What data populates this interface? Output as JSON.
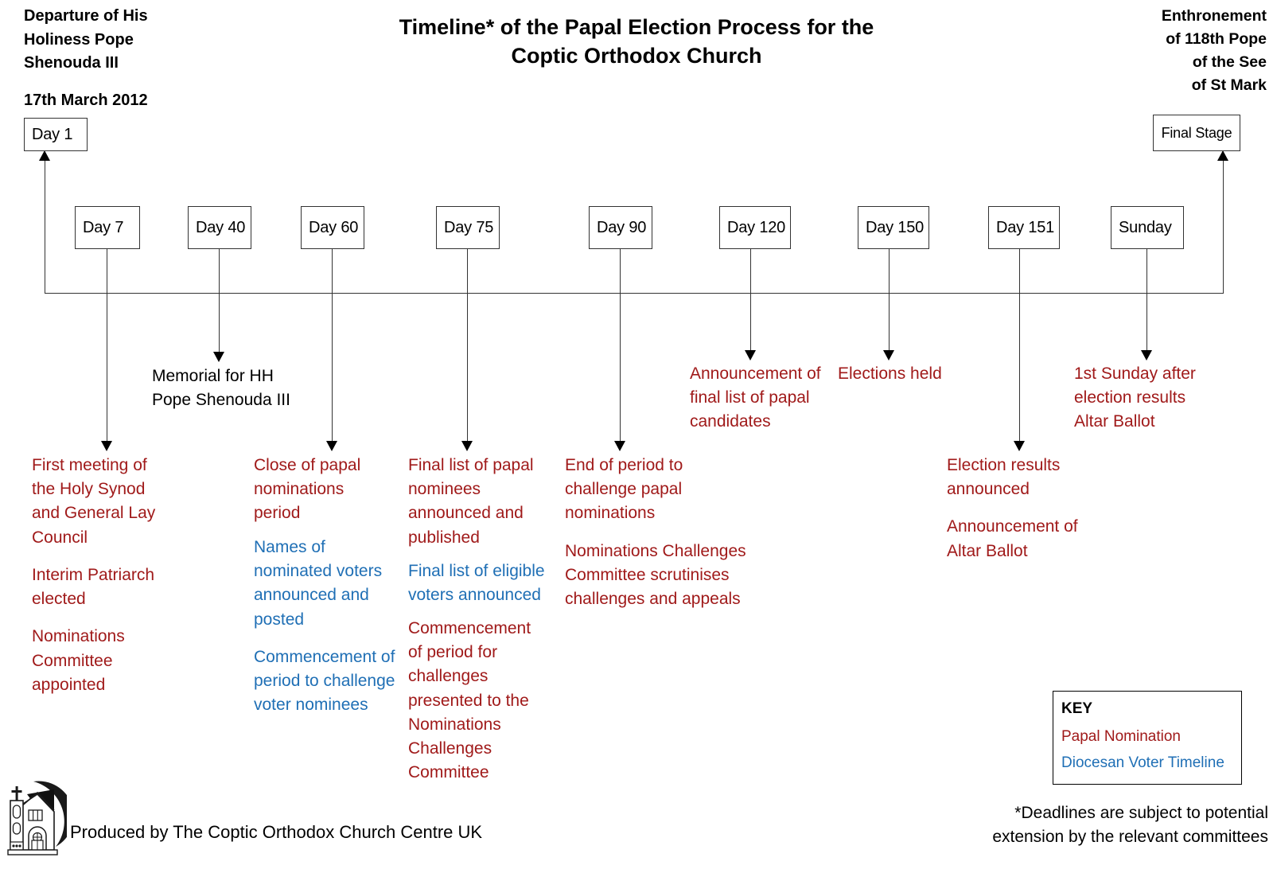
{
  "header": {
    "left_lines": [
      "Departure of His",
      "Holiness Pope",
      "Shenouda III"
    ],
    "left_date": "17th March 2012",
    "title_line1": "Timeline* of the Papal Election Process for the",
    "title_line2": "Coptic Orthodox Church",
    "right_lines": [
      "Enthronement",
      "of 118th Pope",
      "of the See",
      "of St Mark"
    ]
  },
  "nodes": {
    "day1": "Day 1",
    "final": "Final Stage",
    "day7": "Day 7",
    "day40": "Day 40",
    "day60": "Day 60",
    "day75": "Day 75",
    "day90": "Day 90",
    "day120": "Day 120",
    "day150": "Day 150",
    "day151": "Day 151",
    "sunday": "Sunday"
  },
  "events": {
    "day7": [
      "First meeting of the Holy Synod and General Lay Council",
      "Interim Patriarch elected",
      "Nominations Committee appointed"
    ],
    "day40": [
      "Memorial for HH Pope Shenouda III"
    ],
    "day60_red": [
      "Close of papal nominations period"
    ],
    "day60_blue": [
      "Names of nominated voters announced and posted",
      "Commencement of period to challenge voter nominees"
    ],
    "day75_red_top": [
      "Final list of papal nominees announced and published"
    ],
    "day75_blue": [
      "Final list of eligible voters announced"
    ],
    "day75_red_bottom": [
      "Commencement of period for challenges presented to the Nominations Challenges Committee"
    ],
    "day90": [
      "End of period to challenge papal nominations",
      "Nominations Challenges Committee scrutinises  challenges and appeals"
    ],
    "day120": [
      "Announcement of final list of papal candidates"
    ],
    "day150": [
      "Elections held"
    ],
    "day151": [
      "Election results announced",
      "Announcement of Altar Ballot"
    ],
    "sunday": [
      "1st Sunday after election results Altar Ballot"
    ]
  },
  "key": {
    "title": "KEY",
    "items": [
      {
        "label": "Papal Nomination",
        "color": "#a01a1a"
      },
      {
        "label": "Diocesan Voter Timeline",
        "color": "#1f6fb5"
      }
    ]
  },
  "footnote": {
    "line1": "*Deadlines are subject to potential",
    "line2": "extension by the relevant committees"
  },
  "producer": "Produced by The Coptic Orthodox Church Centre UK",
  "colors": {
    "papal_nomination": "#a01a1a",
    "diocesan_voter": "#1f6fb5",
    "line": "#333333",
    "text": "#000000"
  }
}
